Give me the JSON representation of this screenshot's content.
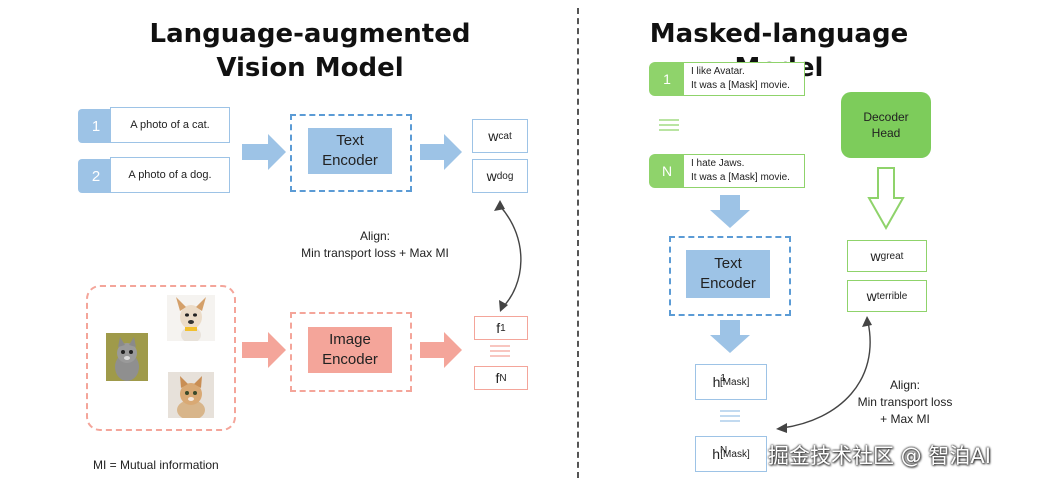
{
  "left": {
    "title_line1": "Language-augmented",
    "title_line2": "Vision Model",
    "prompts": [
      {
        "num": "1",
        "text": "A photo of a cat."
      },
      {
        "num": "2",
        "text": "A photo of a dog."
      }
    ],
    "text_encoder": {
      "line1": "Text",
      "line2": "Encoder"
    },
    "image_encoder": {
      "line1": "Image",
      "line2": "Encoder"
    },
    "w_cat": {
      "base": "w",
      "sub": "cat"
    },
    "w_dog": {
      "base": "w",
      "sub": "dog"
    },
    "f_1": {
      "base": "f",
      "sub": "1"
    },
    "f_N": {
      "base": "f",
      "sub": "N"
    },
    "align_line1": "Align:",
    "align_line2": "Min transport loss + Max MI",
    "mi_note": "MI = Mutual information",
    "colors": {
      "blue": "#9dc3e6",
      "salmon": "#f4a59a"
    }
  },
  "right": {
    "title": "Masked-language Model",
    "prompt1": {
      "num": "1",
      "line1": "I like Avatar.",
      "line2": "It was a [Mask] movie."
    },
    "promptN": {
      "num": "N",
      "line1": "I hate Jaws.",
      "line2": "It was a [Mask] movie."
    },
    "text_encoder": {
      "line1": "Text",
      "line2": "Encoder"
    },
    "decoder": {
      "line1": "Decoder",
      "line2": "Head"
    },
    "w_great": {
      "base": "w",
      "sub": "great"
    },
    "w_terrible": {
      "base": "w",
      "sub": "terrible"
    },
    "h1": {
      "base": "h",
      "sup": "1",
      "sub": "[Mask]"
    },
    "hN": {
      "base": "h",
      "sup": "N",
      "sub": "[Mask]"
    },
    "align_line1": "Align:",
    "align_line2": "Min transport loss",
    "align_line3": "+ Max MI",
    "colors": {
      "green": "#8fd36b"
    }
  },
  "watermark": "掘金技术社区 @ 智泊AI"
}
